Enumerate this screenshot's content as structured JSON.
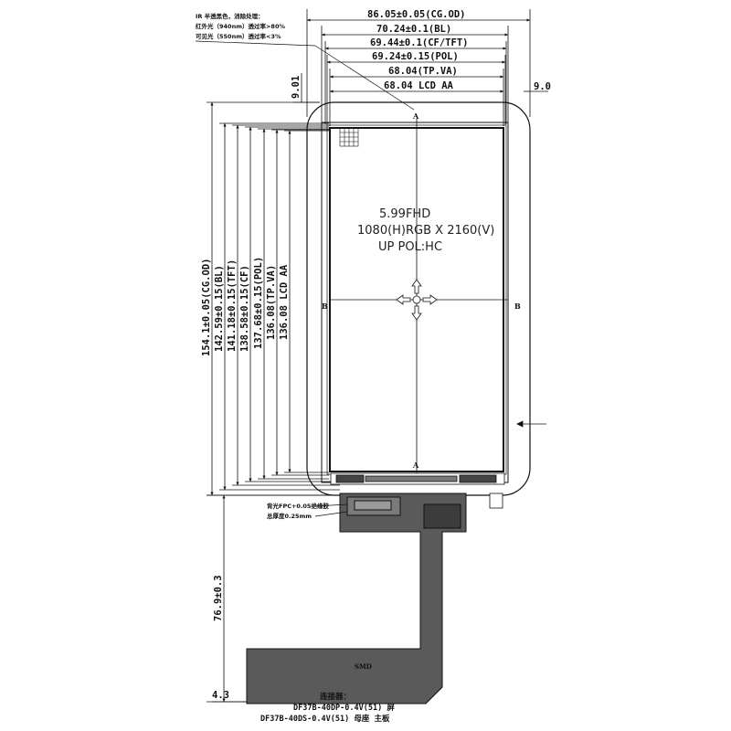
{
  "notes": {
    "ir_title": "IR 半透黑色，消除处理：",
    "ir_line1": "红外光（940nm）透过率>80%",
    "ir_line2": "可见光（550nm）透过率<3%",
    "fpc_note1": "背光FPC+0.05绝缘胶",
    "fpc_note2": "总厚度0.25mm"
  },
  "top_dims": {
    "cg_od": "86.05±0.05(CG.OD)",
    "bl": "70.24±0.1(BL)",
    "cf_tft": "69.44±0.1(CF/TFT)",
    "pol": "69.24±0.15(POL)",
    "tp_va": "68.04(TP.VA)",
    "lcd_aa": "68.04 LCD AA",
    "side_offset": "9.01",
    "right_cut": "9.0"
  },
  "left_dims": {
    "cg_od": "154.1±0.05(CG.OD)",
    "bl": "142.59±0.15(BL)",
    "tft": "141.18±0.15(TFT)",
    "cf": "138.58±0.15(CF)",
    "pol": "137.68±0.15(POL)",
    "tp_va": "136.08(TP.VA)",
    "lcd_aa": "136.08 LCD AA",
    "fpc_length": "76.9±0.3",
    "fpc_width_offset": "4.3"
  },
  "center": {
    "line1": "5.99FHD",
    "line2": "1080(H)RGB X 2160(V)",
    "line3": "UP POL:HC"
  },
  "section_marks": {
    "a_top": "A",
    "a_bottom": "A",
    "b_left": "B",
    "b_right": "B"
  },
  "fpc_label": "SMD",
  "connector": {
    "title": "连接器：",
    "line1": "DF37B-40DP-0.4V(51) 屏",
    "line2": "DF37B-40DS-0.4V(51) 母座 主板"
  }
}
